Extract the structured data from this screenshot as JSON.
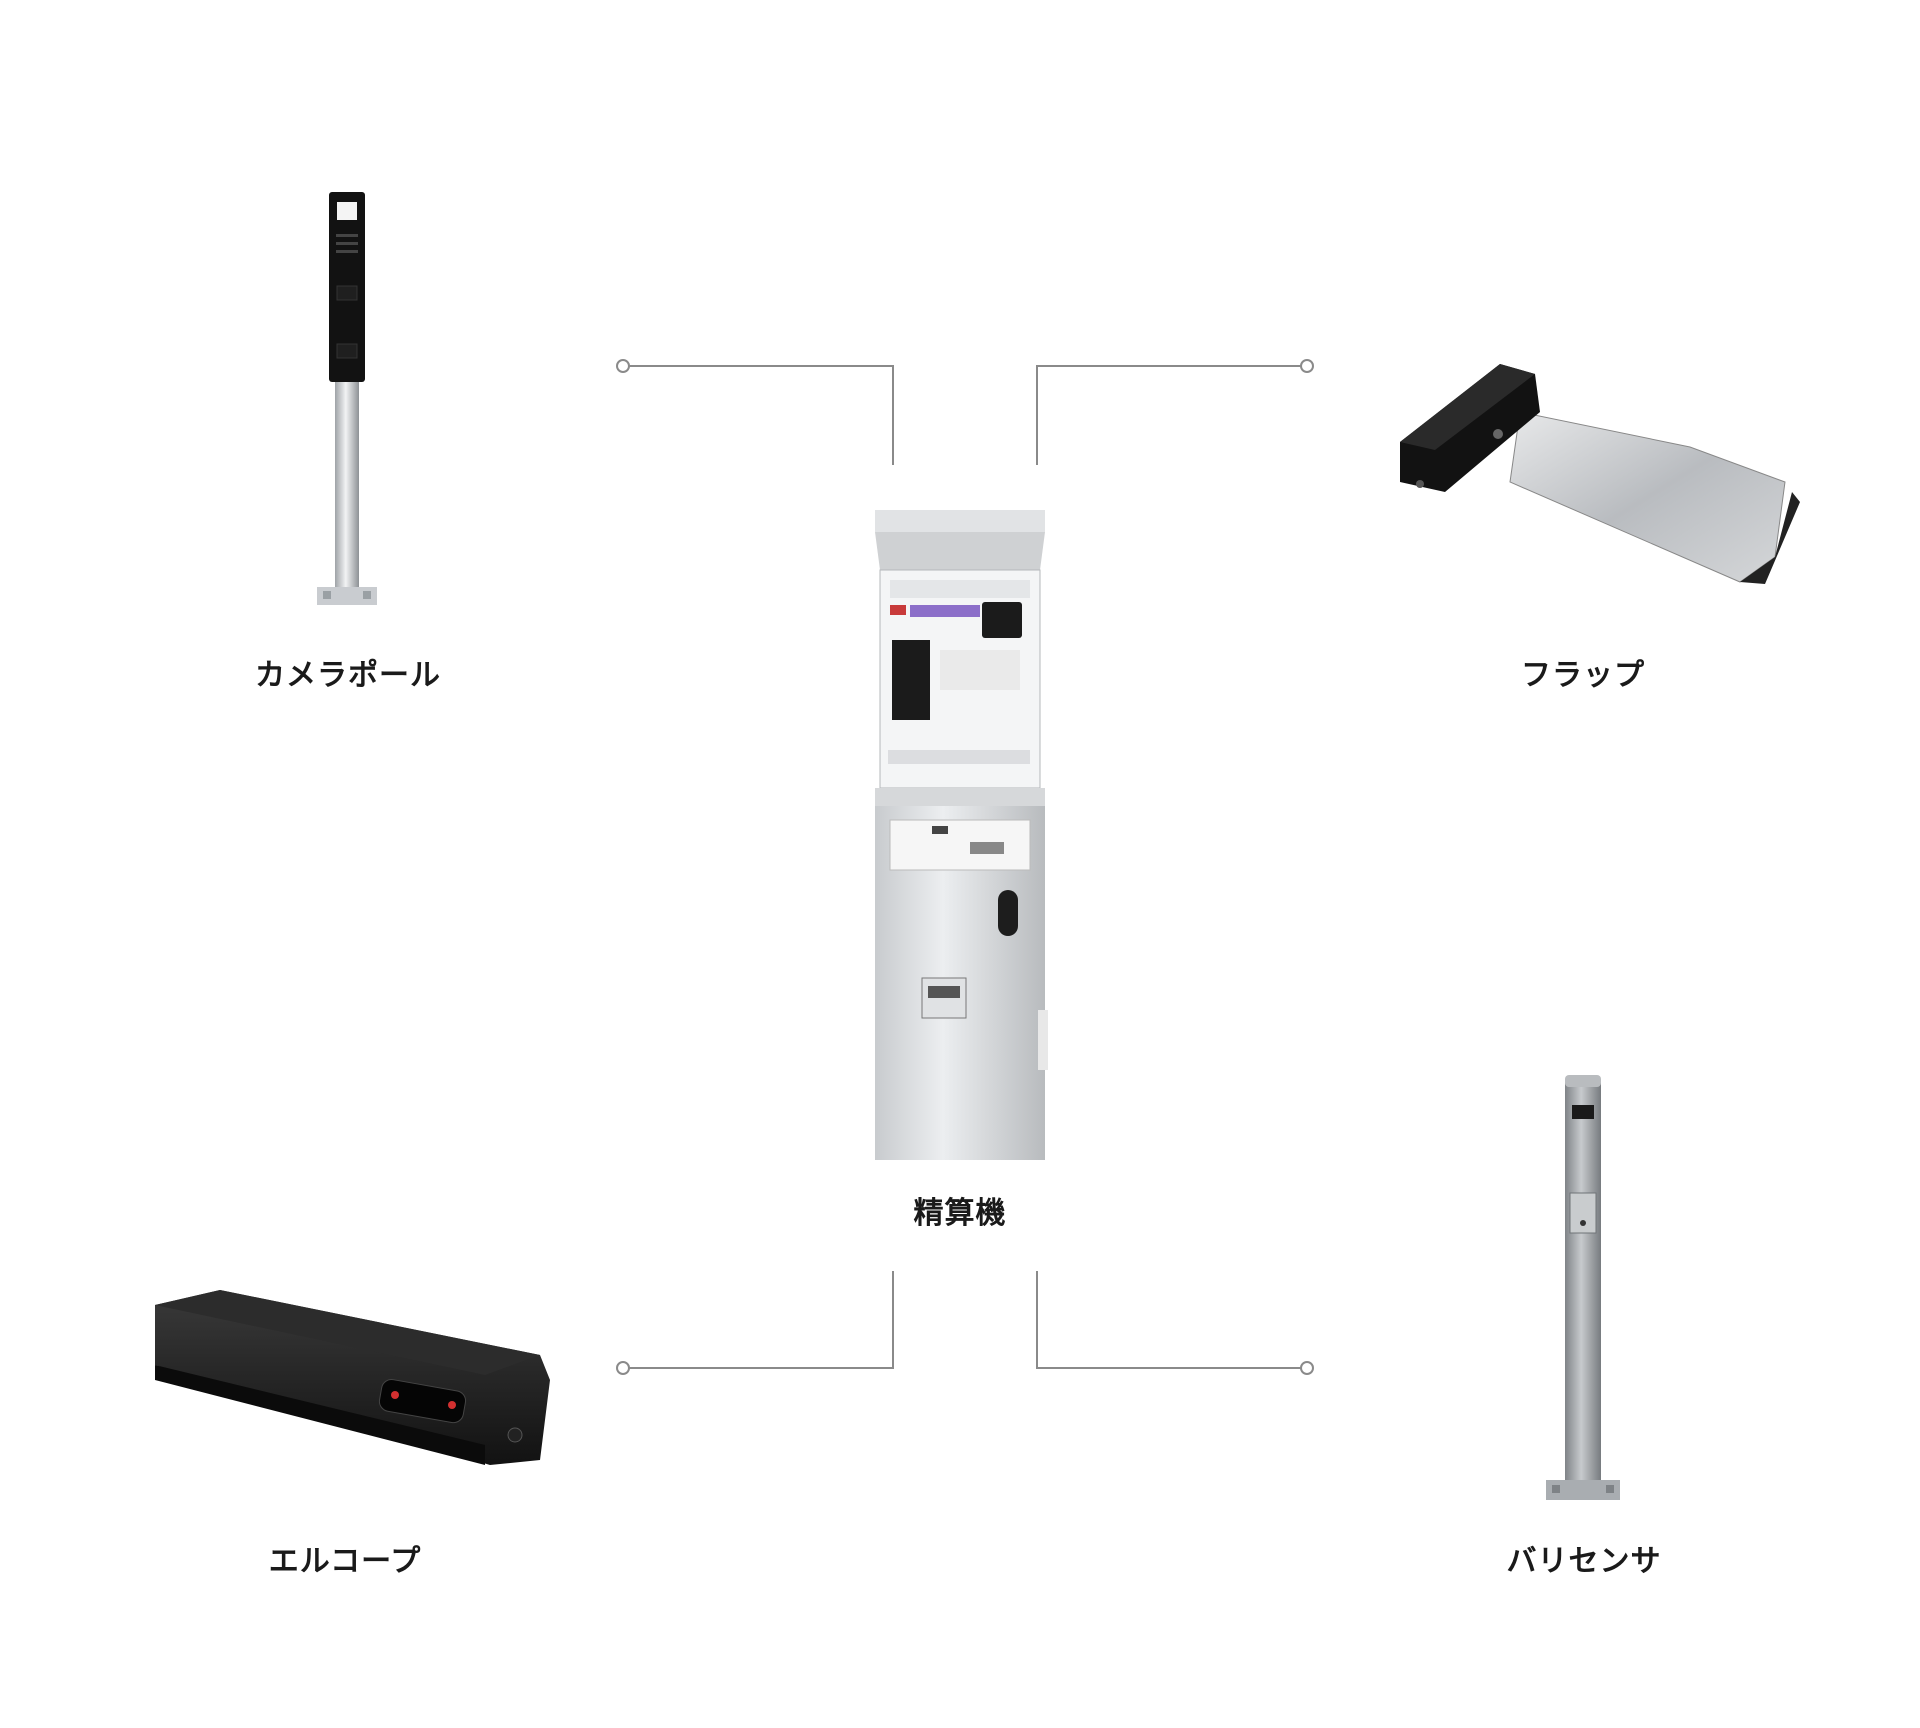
{
  "center": {
    "label": "精算機"
  },
  "devices": {
    "top_left": {
      "label": "カメラポール",
      "icon": "camera-pole-icon"
    },
    "top_right": {
      "label": "フラップ",
      "icon": "flap-icon"
    },
    "bottom_left": {
      "label": "エルコープ",
      "icon": "elcorp-sensor-icon"
    },
    "bottom_right": {
      "label": "バリセンサ",
      "icon": "barisensa-pole-icon"
    }
  },
  "colors": {
    "line": "#8a8a8a",
    "text": "#1a1a1a",
    "panel_silver": "#d9dbdd",
    "device_black": "#111111"
  }
}
